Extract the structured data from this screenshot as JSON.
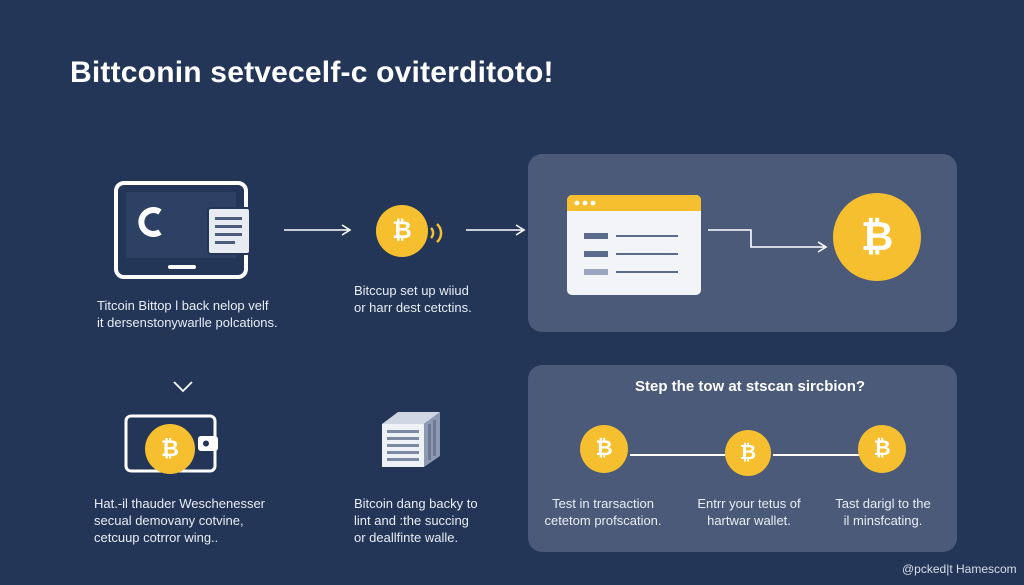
{
  "title": "Bittconin setvecelf-c oviterditoto!",
  "captions": {
    "laptop": [
      "Titcoin Bittop l back nelop velf",
      "it dersenstonywarlle polcations."
    ],
    "coin_signal": [
      "Bitccup set up wiiud",
      "or harr dest cetctins."
    ],
    "wallet": [
      "Hat.-il thauder Weschenesser",
      "secual demovany cotvine,",
      "cetcuup cotrror wing.."
    ],
    "storage": [
      "Bitcoin dang backy to",
      "lint and :the succing",
      "or deallfinte walle."
    ]
  },
  "step_panel": {
    "title": "Step the tow at stscan sircbion?",
    "steps": [
      [
        "Test in trarsaction",
        "cetetom profscation."
      ],
      [
        "Entrr your tetus of",
        "hartwar wallet."
      ],
      [
        "Tast darigl to the",
        "il minsfcating."
      ]
    ]
  },
  "watermark": "@pcked|t Hamescom",
  "colors": {
    "background": "#233657",
    "panel": "#4b5a78",
    "coin": "#f6bf2f",
    "window_bar": "#f6bf2f"
  },
  "icons": {
    "laptop": "laptop-icon",
    "coin": "bitcoin-icon",
    "browser": "browser-window-icon",
    "wallet": "wallet-icon",
    "server": "server-icon",
    "chevron": "chevron-down-icon"
  }
}
